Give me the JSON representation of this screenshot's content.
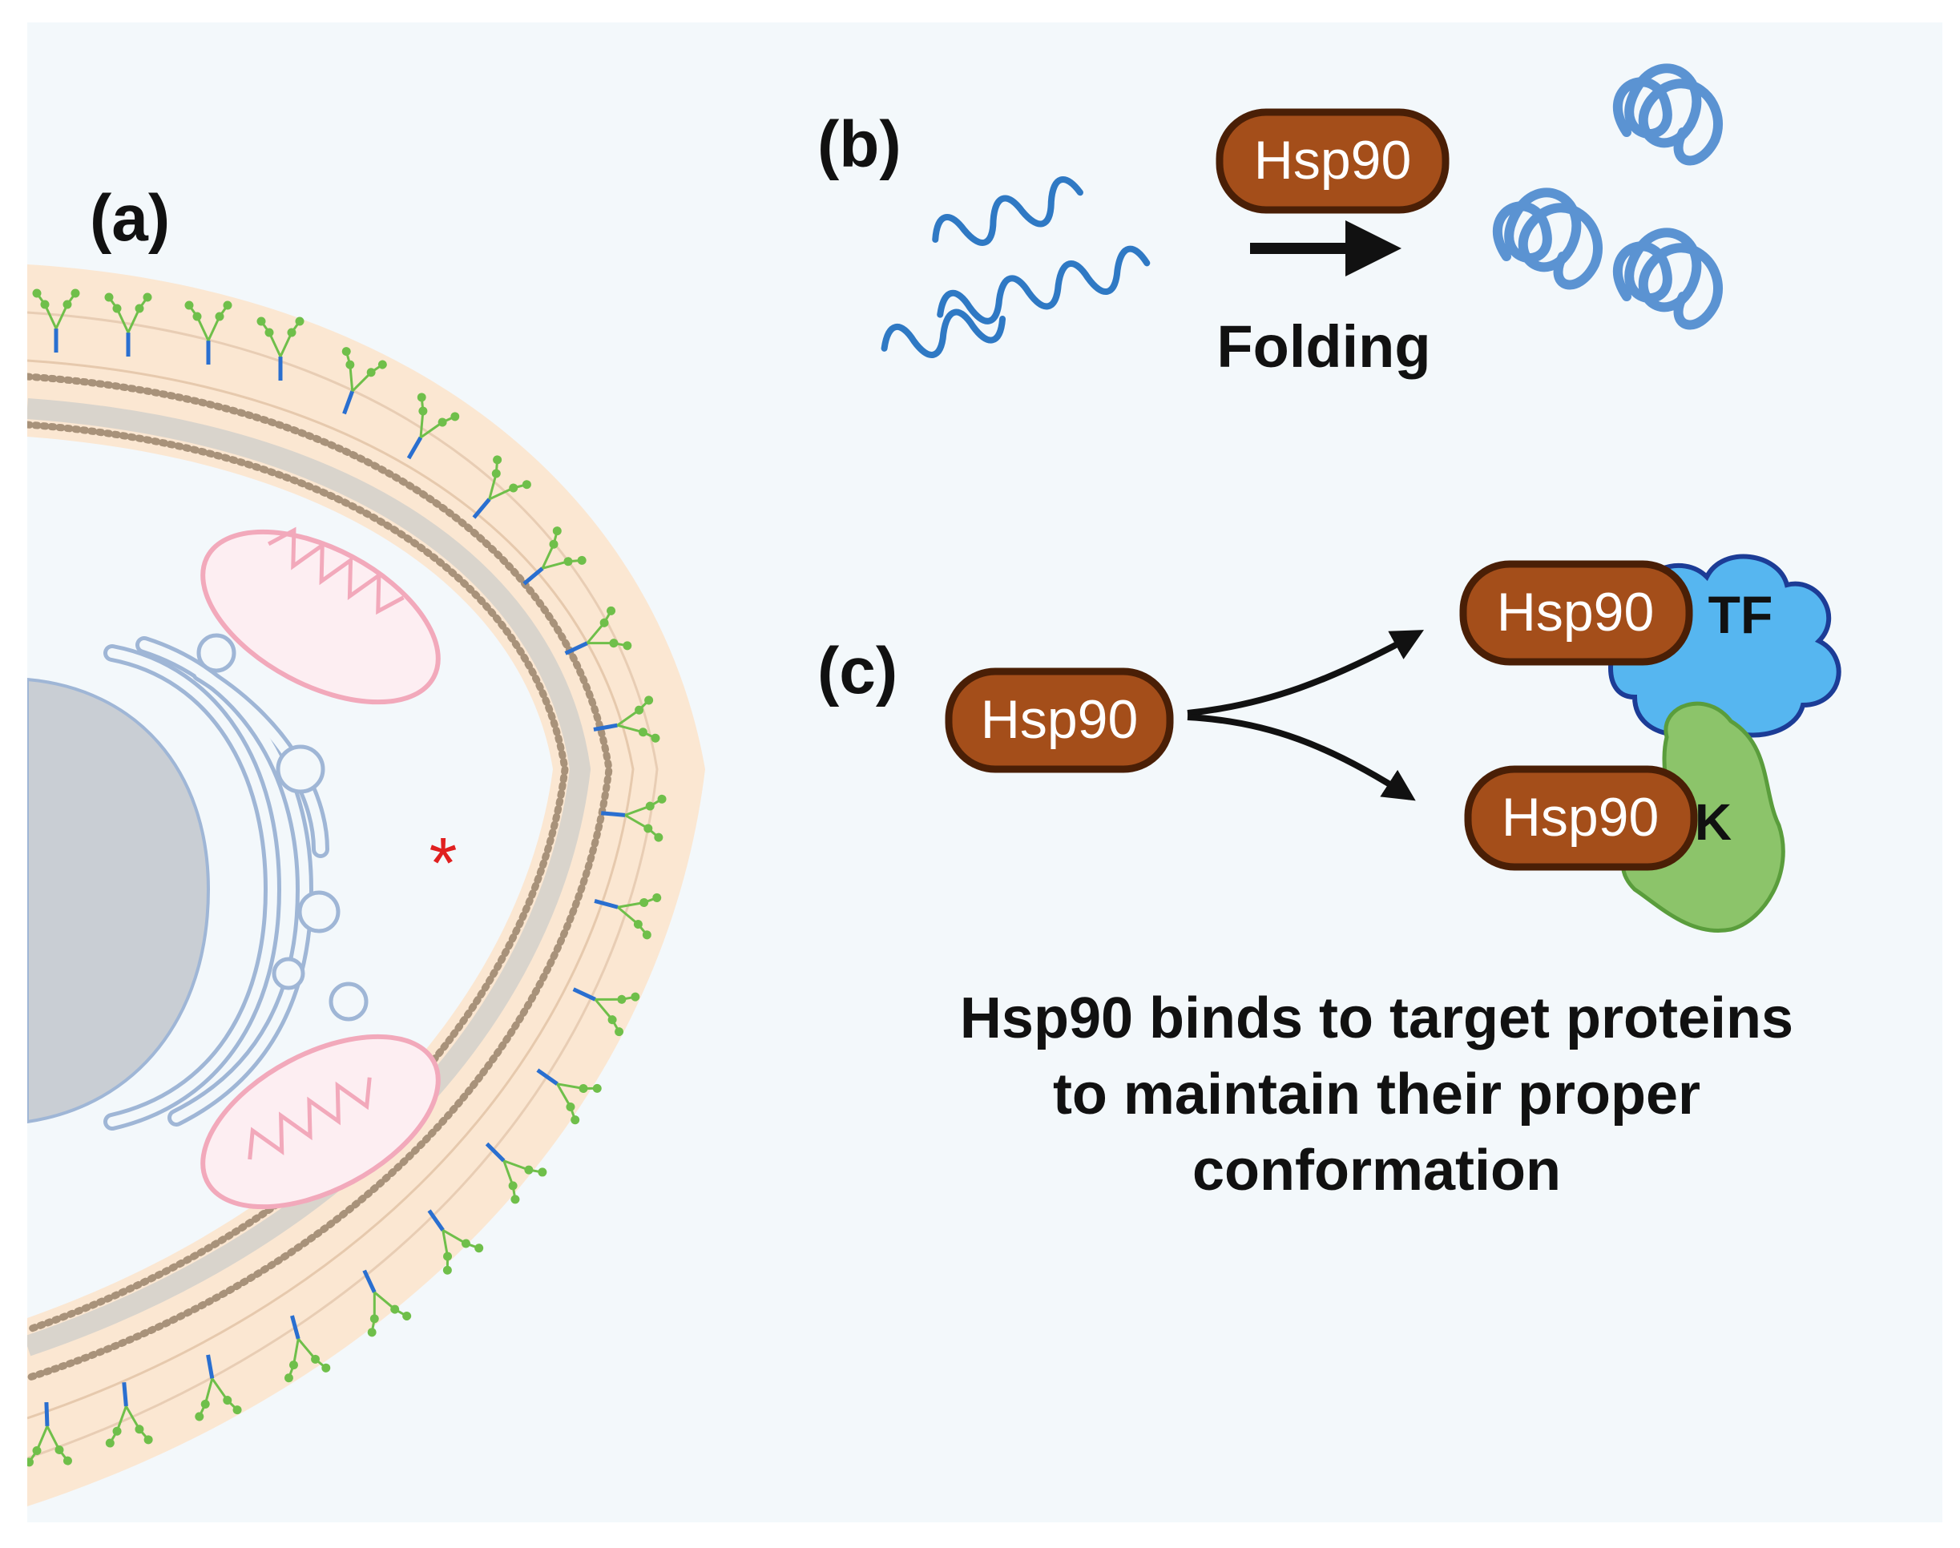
{
  "panels": {
    "a": {
      "label": "(a)",
      "marker": "*"
    },
    "b": {
      "label": "(b)",
      "enzyme": "Hsp90",
      "process": "Folding"
    },
    "c": {
      "label": "(c)",
      "source": "Hsp90",
      "complex_tf": {
        "enzyme": "Hsp90",
        "partner": "TF"
      },
      "complex_k": {
        "enzyme": "Hsp90",
        "partner": "K"
      },
      "caption_lines": [
        "Hsp90 binds to target proteins",
        "to maintain their proper",
        "conformation"
      ]
    }
  },
  "colors": {
    "background": "#f3f8fb",
    "hsp90_fill": "#a44e1a",
    "hsp90_stroke": "#4a1f06",
    "tf_fill": "#56b6f0",
    "kinase_fill": "#8cc46a",
    "membrane_glycan": "#6fbf4a",
    "mitochondria": "#f2a9bb",
    "golgi": "#9fb6d6",
    "nucleus": "#c9ced4",
    "marker": "#e02020"
  }
}
